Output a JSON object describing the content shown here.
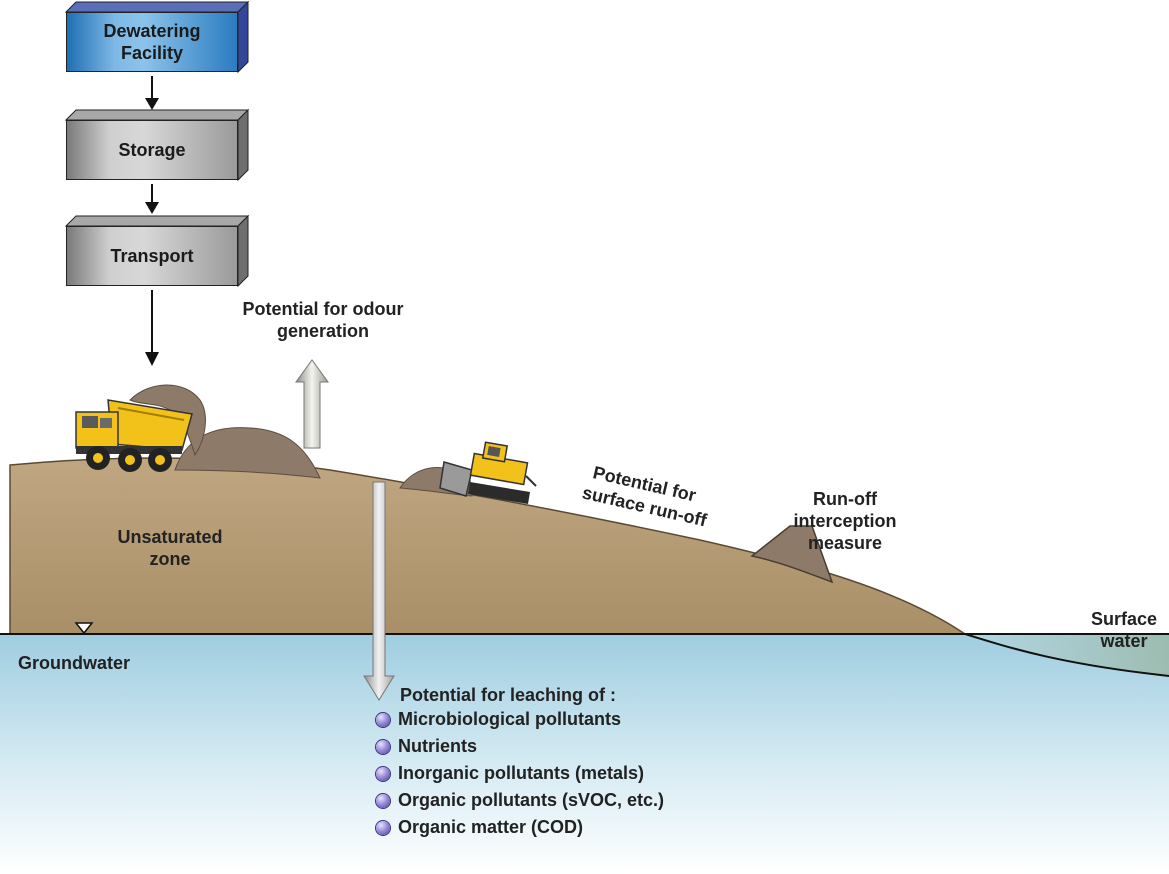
{
  "flow": {
    "dewatering": "Dewatering Facility",
    "storage": "Storage",
    "transport": "Transport"
  },
  "labels": {
    "odour": "Potential for odour generation",
    "runoff_line1": "Potential for",
    "runoff_line2": "surface run-off",
    "interception": "Run-off interception measure",
    "unsaturated": "Unsaturated zone",
    "groundwater": "Groundwater",
    "surface_water": "Surface water",
    "leaching_heading": "Potential for leaching of :"
  },
  "leaching_items": [
    "Microbiological pollutants",
    "Nutrients",
    "Inorganic pollutants (metals)",
    "Organic pollutants (sVOC, etc.)",
    "Organic matter (COD)"
  ],
  "colors": {
    "soil": "#b89f7a",
    "soil_edge": "#7a6040",
    "sludge_pile": "#8e7a68",
    "water_top": "#a9d3e4",
    "water_bottom": "#f2f9fc",
    "box_gray": "#bfbfbf",
    "box_blue": "#5aa0d8",
    "machine_yellow": "#f2c21a"
  },
  "icons": [
    "dump-truck-icon",
    "bulldozer-icon",
    "water-table-marker-icon"
  ]
}
